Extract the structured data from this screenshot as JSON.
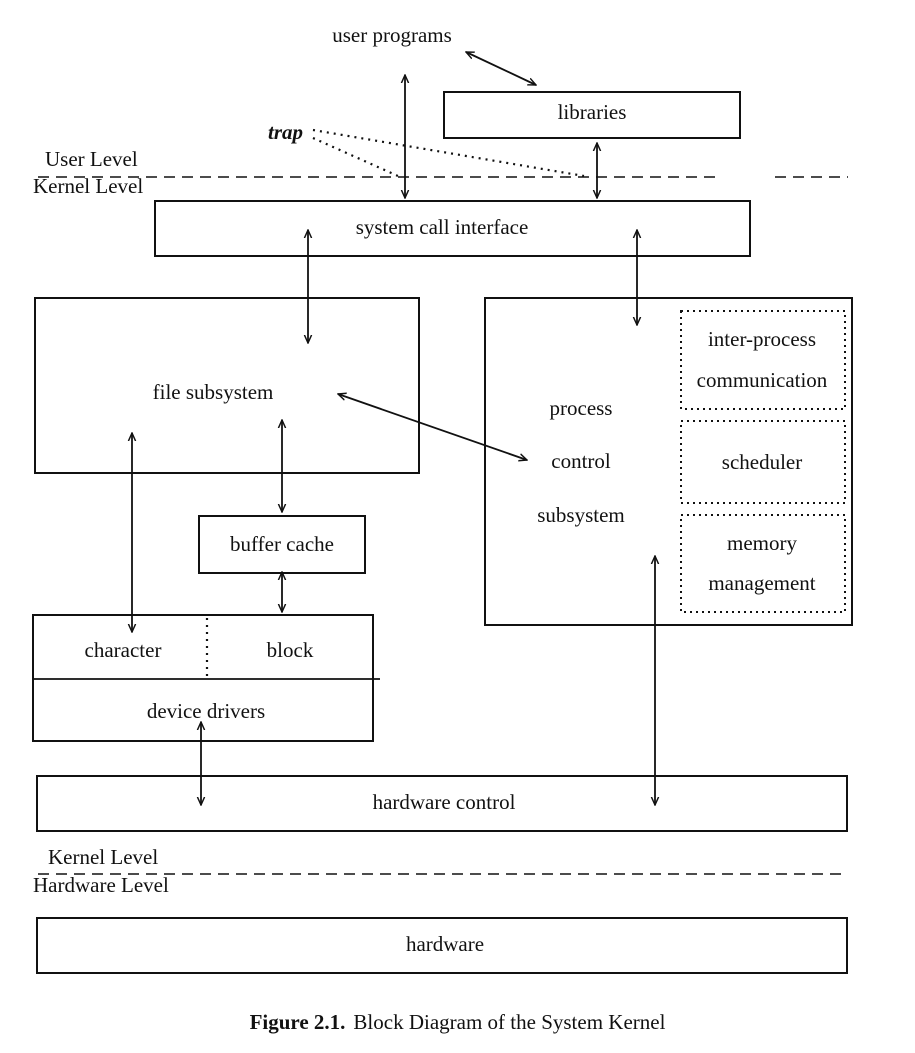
{
  "diagram": {
    "nodes": {
      "user_programs": "user programs",
      "libraries": "libraries",
      "trap": "trap",
      "system_call_interface": "system call interface",
      "file_subsystem": "file subsystem",
      "buffer_cache": "buffer cache",
      "character": "character",
      "block": "block",
      "device_drivers": "device drivers",
      "process_control": [
        "process",
        "control",
        "subsystem"
      ],
      "ipc": [
        "inter-process",
        "communication"
      ],
      "scheduler": "scheduler",
      "memory_management": [
        "memory",
        "management"
      ],
      "hardware_control": "hardware control",
      "hardware": "hardware"
    },
    "levels": {
      "user_level": "User Level",
      "kernel_level_top": "Kernel Level",
      "kernel_level_bottom": "Kernel Level",
      "hardware_level": "Hardware Level"
    }
  },
  "caption": {
    "label": "Figure 2.1.",
    "text": "Block Diagram of the System Kernel"
  }
}
